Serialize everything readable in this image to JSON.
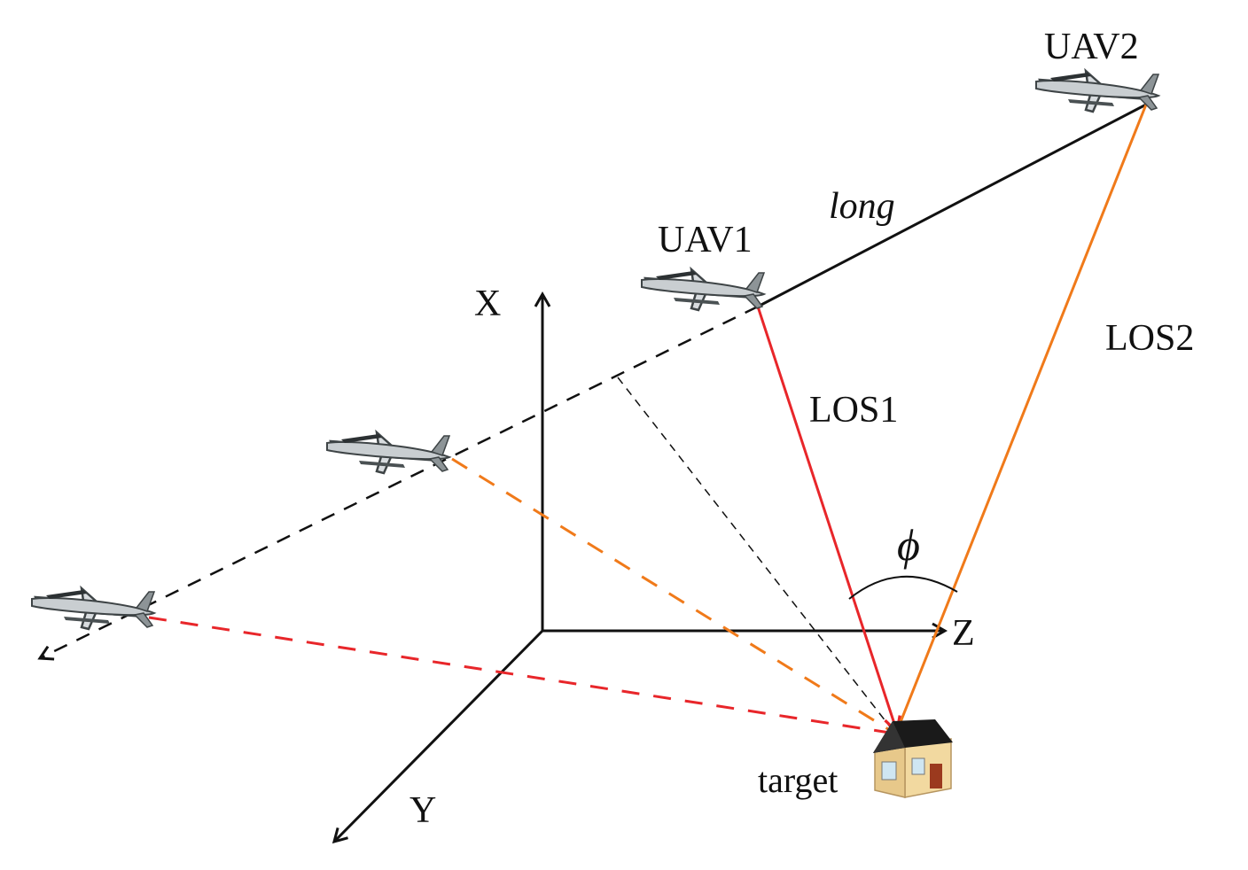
{
  "labels": {
    "axis_x": "X",
    "axis_y": "Y",
    "axis_z": "Z",
    "uav1": "UAV1",
    "uav2": "UAV2",
    "baseline": "long",
    "los1": "LOS1",
    "los2": "LOS2",
    "angle": "ϕ",
    "target": "target"
  },
  "colors": {
    "axis": "#111111",
    "los1": "#e8262a",
    "los2": "#f07a1a",
    "dashed_black": "#111111",
    "house_wall": "#f2d9a0",
    "house_roof": "#1a1a1a",
    "house_door": "#9b3a1e",
    "house_window": "#cfe6f2",
    "uav_body": "#d8dcdf",
    "uav_shade": "#3e4446"
  },
  "icons": {
    "uav": "uav-aircraft-icon",
    "target": "house-icon"
  }
}
